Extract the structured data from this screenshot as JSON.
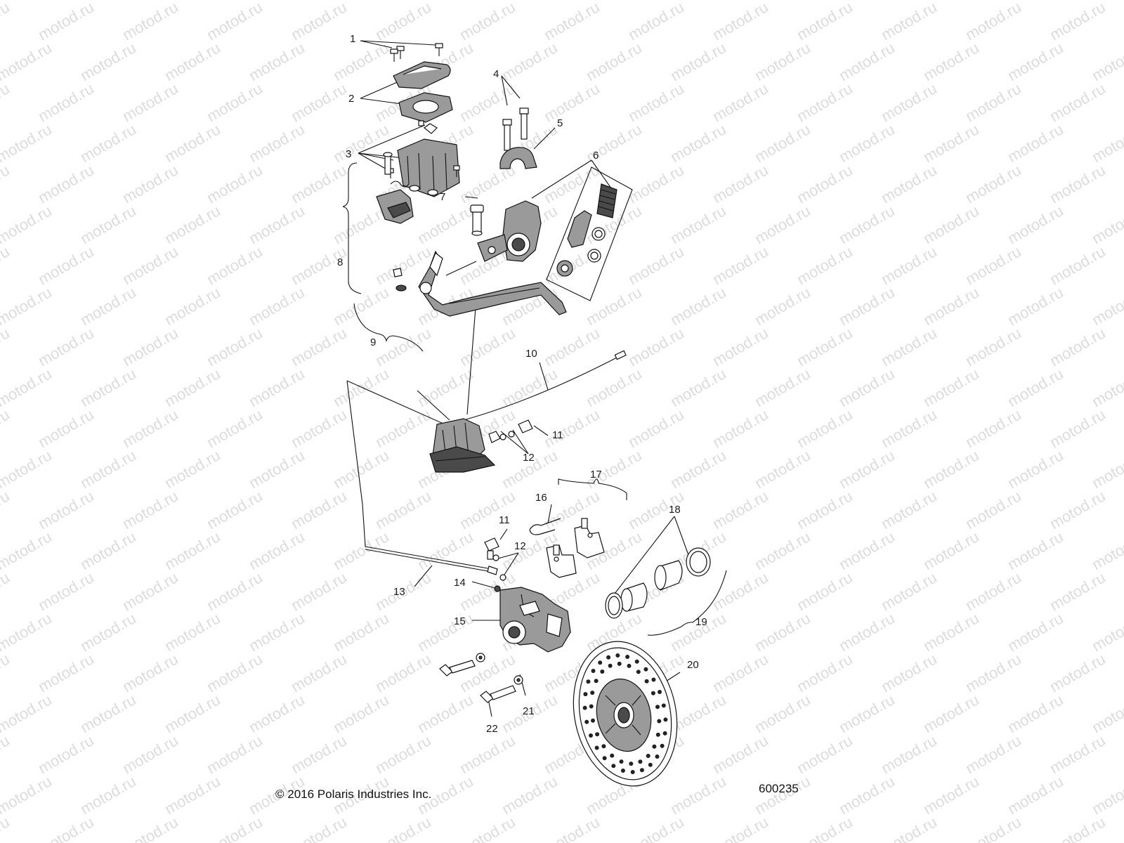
{
  "watermark": "motod.ru",
  "copyright": "© 2016 Polaris Industries Inc.",
  "diagram_number": "600235",
  "callouts": {
    "c1": "1",
    "c2": "2",
    "c3": "3",
    "c4": "4",
    "c5": "5",
    "c6": "6",
    "c7": "7",
    "c8": "8",
    "c9": "9",
    "c10": "10",
    "c11a": "11",
    "c12a": "12",
    "c11b": "11",
    "c12b": "12",
    "c13": "13",
    "c14": "14",
    "c15": "15",
    "c16": "16",
    "c17": "17",
    "c18": "18",
    "c19": "19",
    "c20": "20",
    "c21": "21",
    "c22": "22"
  }
}
